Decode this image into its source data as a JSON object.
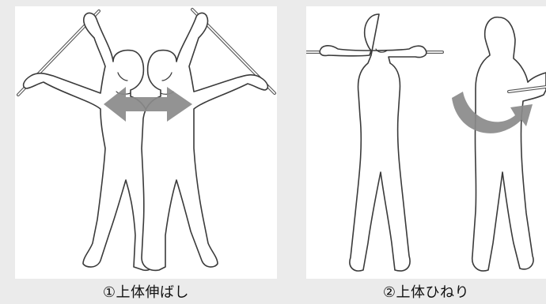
{
  "panels": [
    {
      "caption": "①上体伸ばし"
    },
    {
      "caption": "②上体ひねり"
    }
  ],
  "colors": {
    "background": "#ebebeb",
    "panel": "#ffffff",
    "arrow": "#8a8a8a",
    "outline": "#3a3a3a"
  },
  "icons": [
    "double-arrow-left-right",
    "curved-rotation-arrow"
  ]
}
